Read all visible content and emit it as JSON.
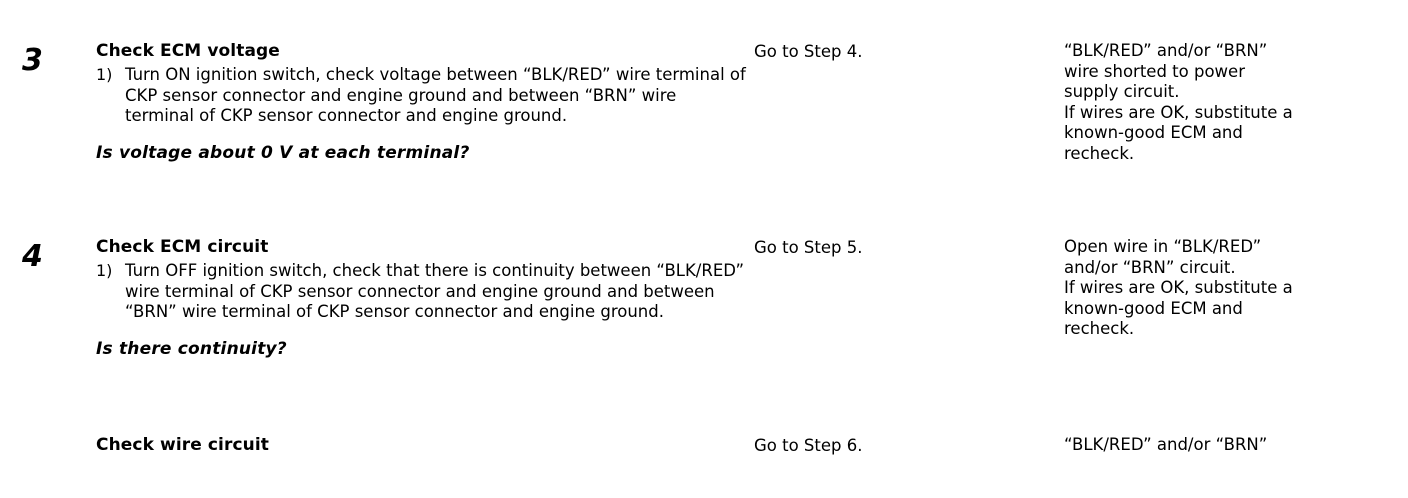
{
  "document": {
    "type": "diagnostic-flow-table",
    "background_color": "#ffffff",
    "text_color": "#000000"
  },
  "steps": [
    {
      "number": "3",
      "action_title": "Check ECM voltage",
      "procedures": [
        {
          "marker": "1)",
          "text": "Turn ON ignition switch, check voltage between “BLK/RED” wire terminal of CKP sensor connector and engine ground and between “BRN” wire terminal of CKP sensor connector and engine ground."
        }
      ],
      "question": "Is voltage about 0 V at each terminal?",
      "yes_result": "Go to Step 4.",
      "no_result_lines": [
        "“BLK/RED” and/or “BRN”",
        "wire shorted to power",
        "supply circuit.",
        "If wires are OK, substitute a",
        "known-good ECM and",
        "recheck."
      ]
    },
    {
      "number": "4",
      "action_title": "Check ECM circuit",
      "procedures": [
        {
          "marker": "1)",
          "text": "Turn OFF ignition switch, check that there is continuity between “BLK/RED” wire terminal of CKP sensor connector and engine ground and between “BRN” wire terminal of CKP sensor connector and engine ground."
        }
      ],
      "question": "Is there continuity?",
      "yes_result": "Go to Step 5.",
      "no_result_lines": [
        "Open wire in “BLK/RED”",
        "and/or “BRN” circuit.",
        "If wires are OK, substitute a",
        "known-good ECM and",
        "recheck."
      ]
    },
    {
      "number": "",
      "action_title": "Check wire circuit",
      "procedures": [],
      "question": "",
      "yes_result": "Go to Step 6.",
      "no_result_lines": [
        "“BLK/RED” and/or “BRN”"
      ]
    }
  ]
}
